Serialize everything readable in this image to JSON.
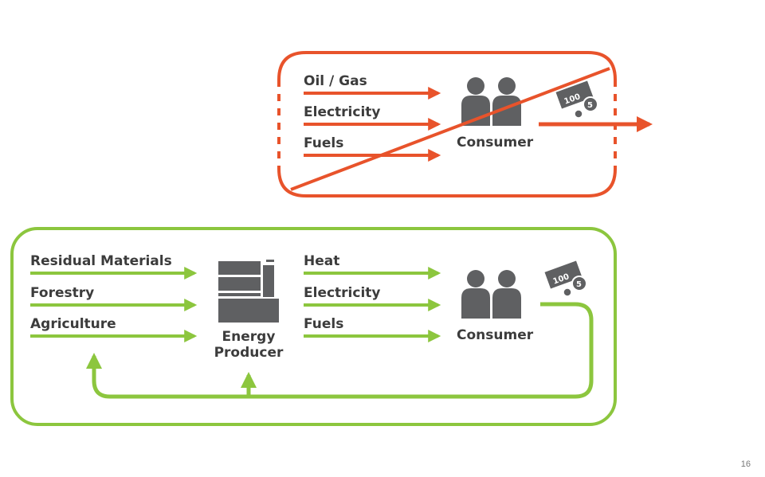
{
  "colors": {
    "old_system": "#e8532b",
    "new_system": "#8cc63e",
    "icon": "#5f6062",
    "text": "#3c3c3c"
  },
  "top_system": {
    "inputs": [
      "Oil / Gas",
      "Electricity",
      "Fuels"
    ],
    "consumer_label": "Consumer",
    "money_values": [
      "100",
      "5"
    ]
  },
  "bottom_system": {
    "inputs": [
      "Residual Materials",
      "Forestry",
      "Agriculture"
    ],
    "producer_label_line1": "Energy",
    "producer_label_line2": "Producer",
    "outputs": [
      "Heat",
      "Electricity",
      "Fuels"
    ],
    "consumer_label": "Consumer",
    "money_values": [
      "100",
      "5"
    ]
  },
  "page_number": "16"
}
